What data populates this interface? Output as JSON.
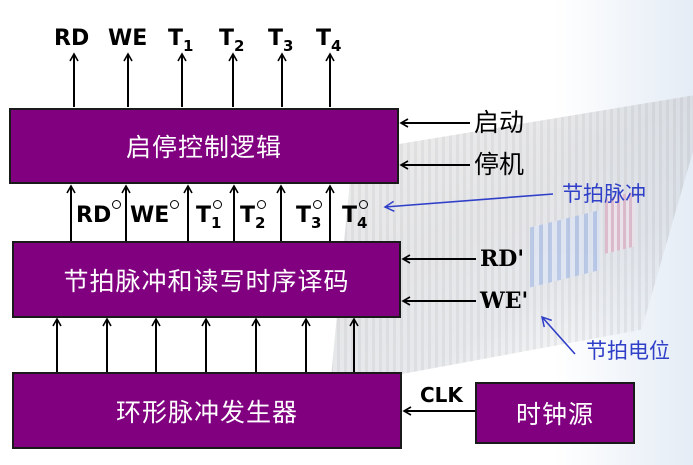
{
  "diagram": {
    "colors": {
      "block_fill": "#800080",
      "block_text": "#ffffff",
      "arrow": "#000000",
      "annotation": "#2f3fc8"
    },
    "blocks": {
      "start_stop_logic": "启停控制逻辑",
      "pulse_rw_decoder": "节拍脉冲和读写时序译码",
      "ring_pulse_generator": "环形脉冲发生器",
      "clock_source": "时钟源"
    },
    "outputs_top": [
      {
        "base": "RD",
        "sub": ""
      },
      {
        "base": "WE",
        "sub": ""
      },
      {
        "base": "T",
        "sub": "1"
      },
      {
        "base": "T",
        "sub": "2"
      },
      {
        "base": "T",
        "sub": "3"
      },
      {
        "base": "T",
        "sub": "4"
      }
    ],
    "intermediate_signals": [
      {
        "base": "RD",
        "sub": "",
        "mark": "°"
      },
      {
        "base": "WE",
        "sub": "",
        "mark": "°"
      },
      {
        "base": "T",
        "sub": "1",
        "mark": "°"
      },
      {
        "base": "T",
        "sub": "2",
        "mark": "°"
      },
      {
        "base": "T",
        "sub": "3",
        "mark": "°"
      },
      {
        "base": "T",
        "sub": "4",
        "mark": "°"
      }
    ],
    "control_inputs": {
      "start": "启动",
      "stop": "停机"
    },
    "decoder_inputs": {
      "rd": "RD'",
      "we": "WE'"
    },
    "clock_signal": "CLK",
    "annotations": {
      "beat_pulse": "节拍脉冲",
      "beat_level": "节拍电位"
    },
    "ring_outputs_count": 7
  }
}
